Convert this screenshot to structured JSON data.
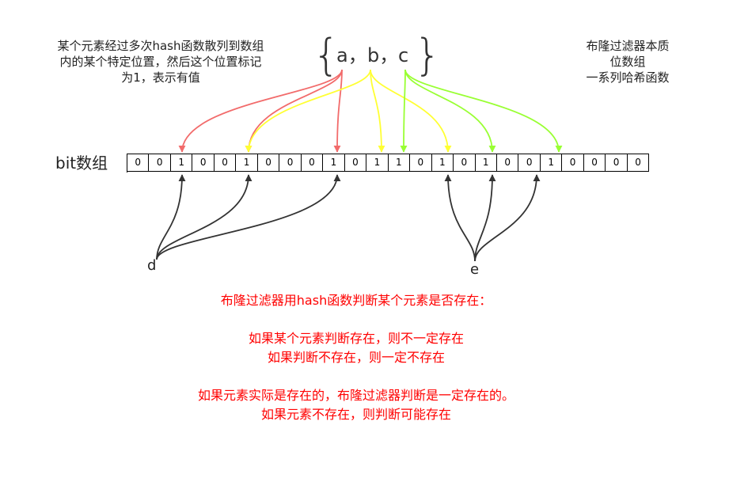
{
  "note_left": [
    "某个元素经过多次hash函数散列到数组",
    "内的某个特定位置，然后这个位置标记",
    "为1，表示有值"
  ],
  "note_right": [
    "布隆过滤器本质",
    "位数组",
    "一系列哈希函数"
  ],
  "set": {
    "open_brace": "{",
    "close_brace": "}",
    "elements": [
      "a，",
      "b，",
      "c"
    ]
  },
  "bit_array_label": "bit数组",
  "bits": [
    "0",
    "0",
    "1",
    "0",
    "0",
    "1",
    "0",
    "0",
    "0",
    "1",
    "0",
    "1",
    "1",
    "0",
    "1",
    "0",
    "1",
    "0",
    "0",
    "1",
    "0",
    "0",
    "0",
    "0"
  ],
  "query_labels": {
    "d": "d",
    "e": "e"
  },
  "conclusion": [
    "布隆过滤器用hash函数判断某个元素是否存在：",
    "",
    "如果某个元素判断存在，则不一定存在",
    "如果判断不存在，则一定不存在",
    "",
    "如果元素实际是存在的，布隆过滤器判断是一定存在的。",
    "如果元素不存在，则判断可能存在"
  ],
  "colors": {
    "a": "#f26b6b",
    "b": "#ffff33",
    "c": "#99ff33",
    "query": "#333333",
    "conclusion": "#ff0000"
  },
  "mappings": {
    "a": [
      2,
      5,
      9
    ],
    "b": [
      5,
      11,
      14
    ],
    "c": [
      12,
      16,
      19
    ],
    "d": [
      2,
      5,
      9
    ],
    "e": [
      14,
      16,
      18
    ]
  }
}
